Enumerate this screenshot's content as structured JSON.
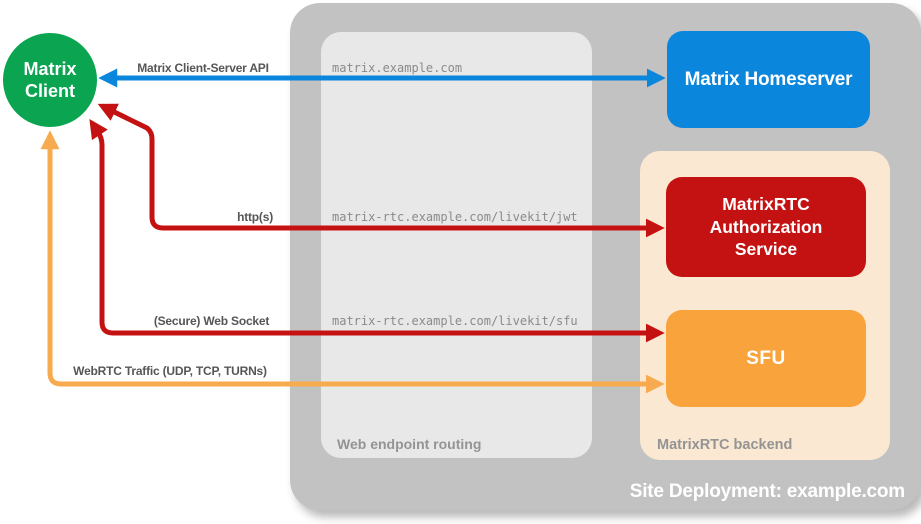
{
  "colors": {
    "client_green": "#0ba552",
    "homeserver_blue": "#0a86dd",
    "auth_red": "#c41111",
    "sfu_orange": "#f9a33c",
    "arrow_orange": "#f8aa4e",
    "backend_peach": "#fbe8d2",
    "site_gray": "#c2c2c2",
    "routing_gray": "#e8e8e8"
  },
  "nodes": {
    "client": {
      "label": "Matrix Client"
    },
    "homeserver": {
      "label": "Matrix Homeserver"
    },
    "auth_service": {
      "label": "MatrixRTC Authorization Service"
    },
    "sfu": {
      "label": "SFU"
    }
  },
  "containers": {
    "site_deployment": {
      "label": "Site Deployment: example.com"
    },
    "web_endpoint_routing": {
      "label": "Web endpoint routing"
    },
    "matrixrtc_backend": {
      "label": "MatrixRTC backend"
    }
  },
  "edges": {
    "client_server_api": {
      "label": "Matrix Client-Server API",
      "endpoint": "matrix.example.com",
      "from": "client",
      "to": "homeserver",
      "bidirectional": true
    },
    "https": {
      "label": "http(s)",
      "endpoint": "matrix-rtc.example.com/livekit/jwt",
      "from": "client",
      "to": "auth_service",
      "bidirectional": true
    },
    "web_socket": {
      "label": "(Secure) Web Socket",
      "endpoint": "matrix-rtc.example.com/livekit/sfu",
      "from": "client",
      "to": "sfu",
      "bidirectional": true
    },
    "webrtc": {
      "label": "WebRTC Traffic (UDP, TCP, TURNs)",
      "from": "client",
      "to": "sfu",
      "bidirectional": true
    }
  }
}
